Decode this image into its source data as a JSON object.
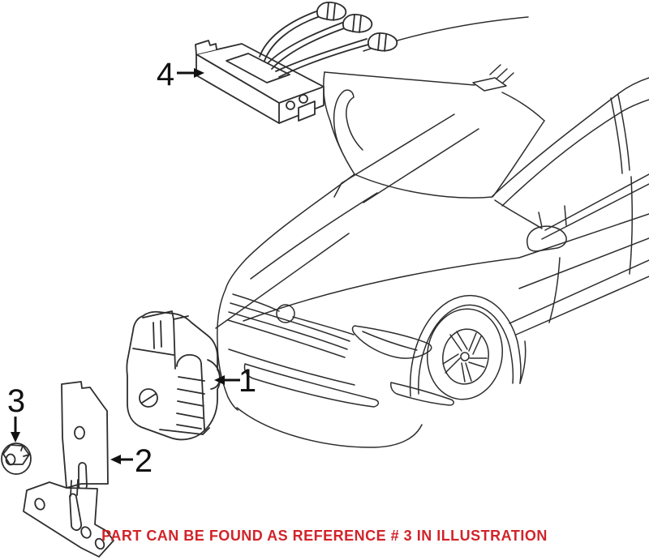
{
  "figure": {
    "type": "parts-diagram",
    "subject": "vehicle anti-theft alarm components with car line drawing"
  },
  "callouts": [
    {
      "label": "1"
    },
    {
      "label": "2"
    },
    {
      "label": "3"
    },
    {
      "label": "4"
    }
  ],
  "notice": {
    "text": "PART CAN BE FOUND AS REFERENCE # 3 IN ILLUSTRATION",
    "color": "#D2232A"
  },
  "colors": {
    "background": "#ffffff",
    "line_art": "#2d2d2d",
    "callout_text": "#111111"
  }
}
